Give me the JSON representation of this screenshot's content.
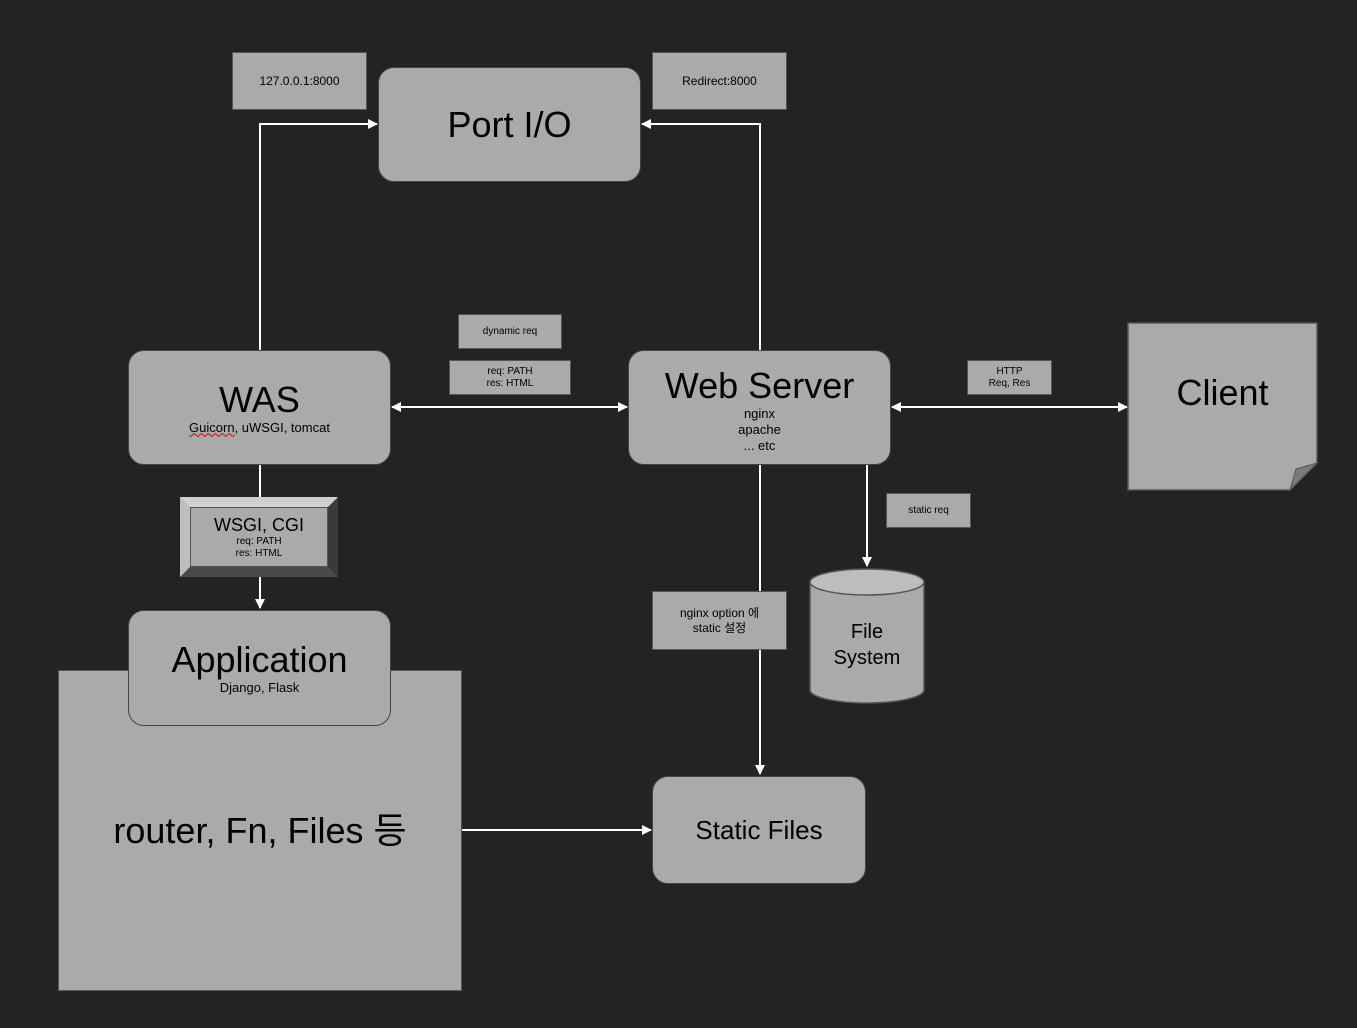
{
  "nodes": {
    "port_io": {
      "title": "Port I/O"
    },
    "was": {
      "title": "WAS",
      "sub_prefix": "Guicorn",
      "sub_rest": ", uWSGI, tomcat"
    },
    "web_server": {
      "title": "Web Server",
      "lines": [
        "nginx",
        "apache",
        "... etc"
      ]
    },
    "client": {
      "title": "Client"
    },
    "wsgi": {
      "title": "WSGI, CGI",
      "lines": [
        "req: PATH",
        "res: HTML"
      ]
    },
    "application": {
      "title": "Application",
      "sub": "Django, Flask"
    },
    "router": {
      "title": "router, Fn, Files 등"
    },
    "static_files": {
      "title": "Static Files"
    },
    "file_system": {
      "lines": [
        "File",
        "System"
      ]
    }
  },
  "labels": {
    "localhost": "127.0.0.1:8000",
    "redirect": "Redirect:8000",
    "dynamic_req": "dynamic req",
    "req_res": [
      "req: PATH",
      "res: HTML"
    ],
    "http": [
      "HTTP",
      "Req, Res"
    ],
    "static_req": "static req",
    "nginx_option": [
      "nginx option 에",
      "static 설정"
    ]
  },
  "colors": {
    "background": "#232323",
    "shape_fill": "#aaaaaa",
    "connector": "#ffffff"
  }
}
